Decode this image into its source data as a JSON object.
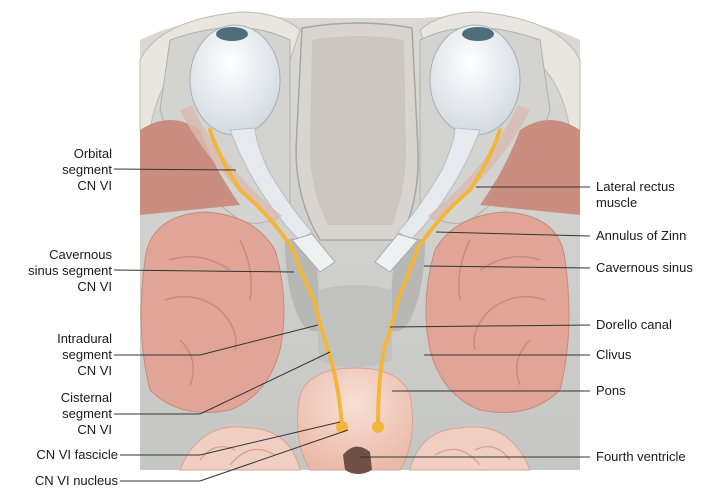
{
  "labels_left": {
    "orbital": [
      "Orbital",
      "segment",
      "CN VI"
    ],
    "cavernous_segment": [
      "Cavernous",
      "sinus segment",
      "CN VI"
    ],
    "intradural": [
      "Intradural",
      "segment",
      "CN VI"
    ],
    "cisternal": [
      "Cisternal",
      "segment",
      "CN VI"
    ],
    "fascicle": [
      "CN VI fascicle"
    ],
    "nucleus": [
      "CN VI nucleus"
    ]
  },
  "labels_right": {
    "lateral_rectus": [
      "Lateral rectus",
      "muscle"
    ],
    "annulus": [
      "Annulus of Zinn"
    ],
    "cavernous_sinus": [
      "Cavernous sinus"
    ],
    "dorello": [
      "Dorello canal"
    ],
    "clivus": [
      "Clivus"
    ],
    "pons": [
      "Pons"
    ],
    "fourth_ventricle": [
      "Fourth ventricle"
    ]
  },
  "colors": {
    "nerve": "#f2b63c",
    "brain": "#e0a597",
    "muscle": "#c98e80",
    "bone": "#e9e6df",
    "background_tissue": "#cfd0cd",
    "sinus": "#b7b8b5",
    "pons": "#f2d3c6",
    "eyeball": "#edf1f4",
    "leader_line": "#333333"
  }
}
